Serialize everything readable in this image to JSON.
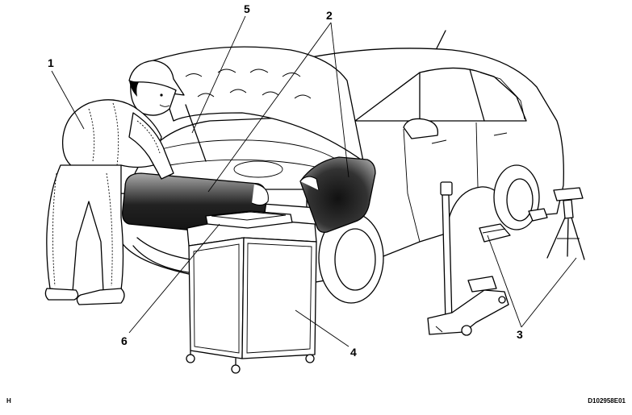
{
  "callouts": {
    "c1": "1",
    "c2": "2",
    "c3": "3",
    "c4": "4",
    "c5": "5",
    "c6": "6"
  },
  "corner_left": "H",
  "figure_code": "D102958E01"
}
